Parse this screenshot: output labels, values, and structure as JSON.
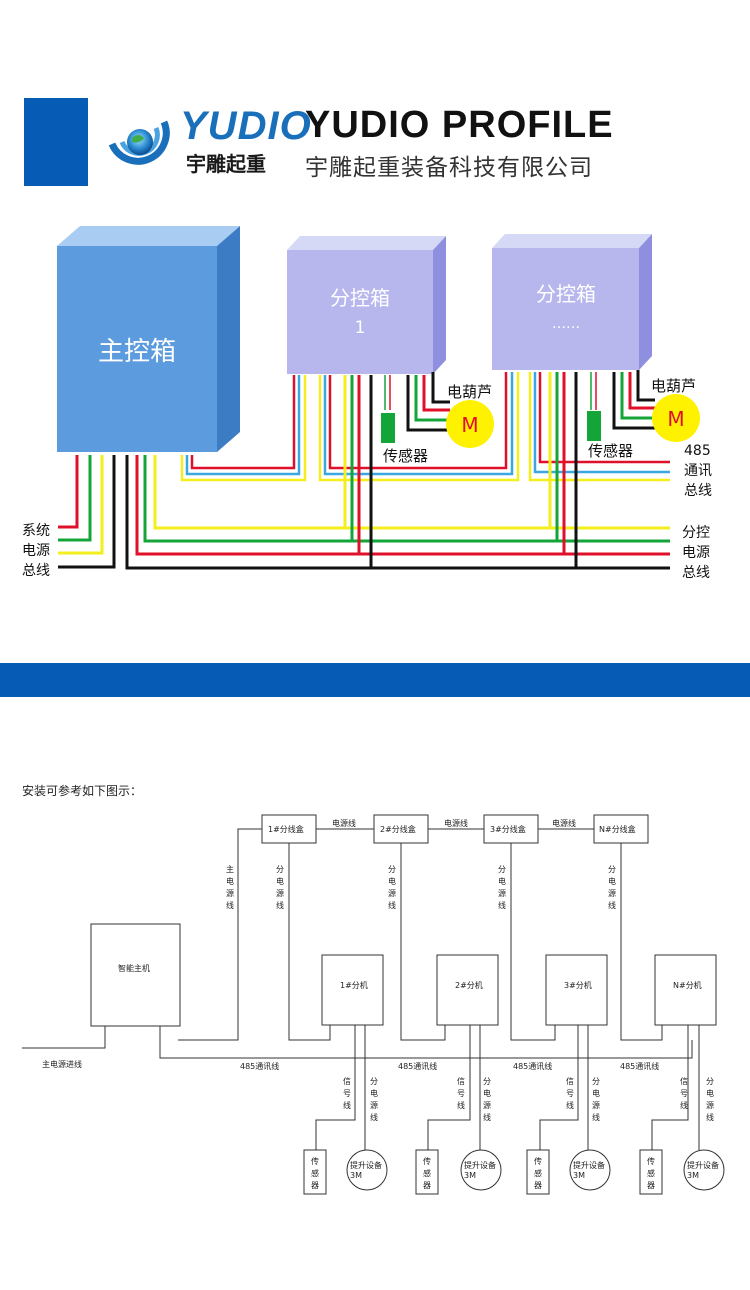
{
  "header": {
    "brand_title": "YUDIO PROFILE",
    "brand_subtitle": "宇雕起重装备科技有限公司",
    "logo_text_en": "YUDIO",
    "logo_text_cn": "宇雕起重",
    "accent_color": "#065bb4"
  },
  "wiring_diagram": {
    "main_box": "主控箱",
    "sub_box_1_title": "分控箱",
    "sub_box_1_number": "1",
    "sub_box_n_title": "分控箱",
    "sub_box_n_number": "……",
    "hoist_label": "电葫芦",
    "motor_symbol": "M",
    "sensor_label": "传感器",
    "bus_485": [
      "485",
      "通讯",
      "总线"
    ],
    "system_power_bus": [
      "系统",
      "电源",
      "总线"
    ],
    "sub_control_power_bus": [
      "分控",
      "电源",
      "总线"
    ],
    "wire_colors": {
      "red": "#e0102a",
      "green": "#13a538",
      "yellow": "#f3ee1c",
      "black": "#111111",
      "blue": "#3aa7e0"
    }
  },
  "install_diagram": {
    "note": "安装可参考如下图示：",
    "junction_boxes": [
      "1#分线盒",
      "2#分线盒",
      "3#分线盒",
      "N#分线盒"
    ],
    "power_line": "电源线",
    "main_power_line_vertical": [
      "主",
      "电",
      "源",
      "线"
    ],
    "branch_power_line_vertical": [
      "分",
      "电",
      "源",
      "线"
    ],
    "host": "智能主机",
    "slaves": [
      "1#分机",
      "2#分机",
      "3#分机",
      "N#分机"
    ],
    "main_power_in": "主电源进线",
    "comm_line": "485通讯线",
    "signal_line_vertical": [
      "信",
      "号",
      "线"
    ],
    "sensor_vertical": [
      "传",
      "感",
      "器"
    ],
    "lift_device": "提升设备",
    "lift_device_sub": "3M"
  }
}
